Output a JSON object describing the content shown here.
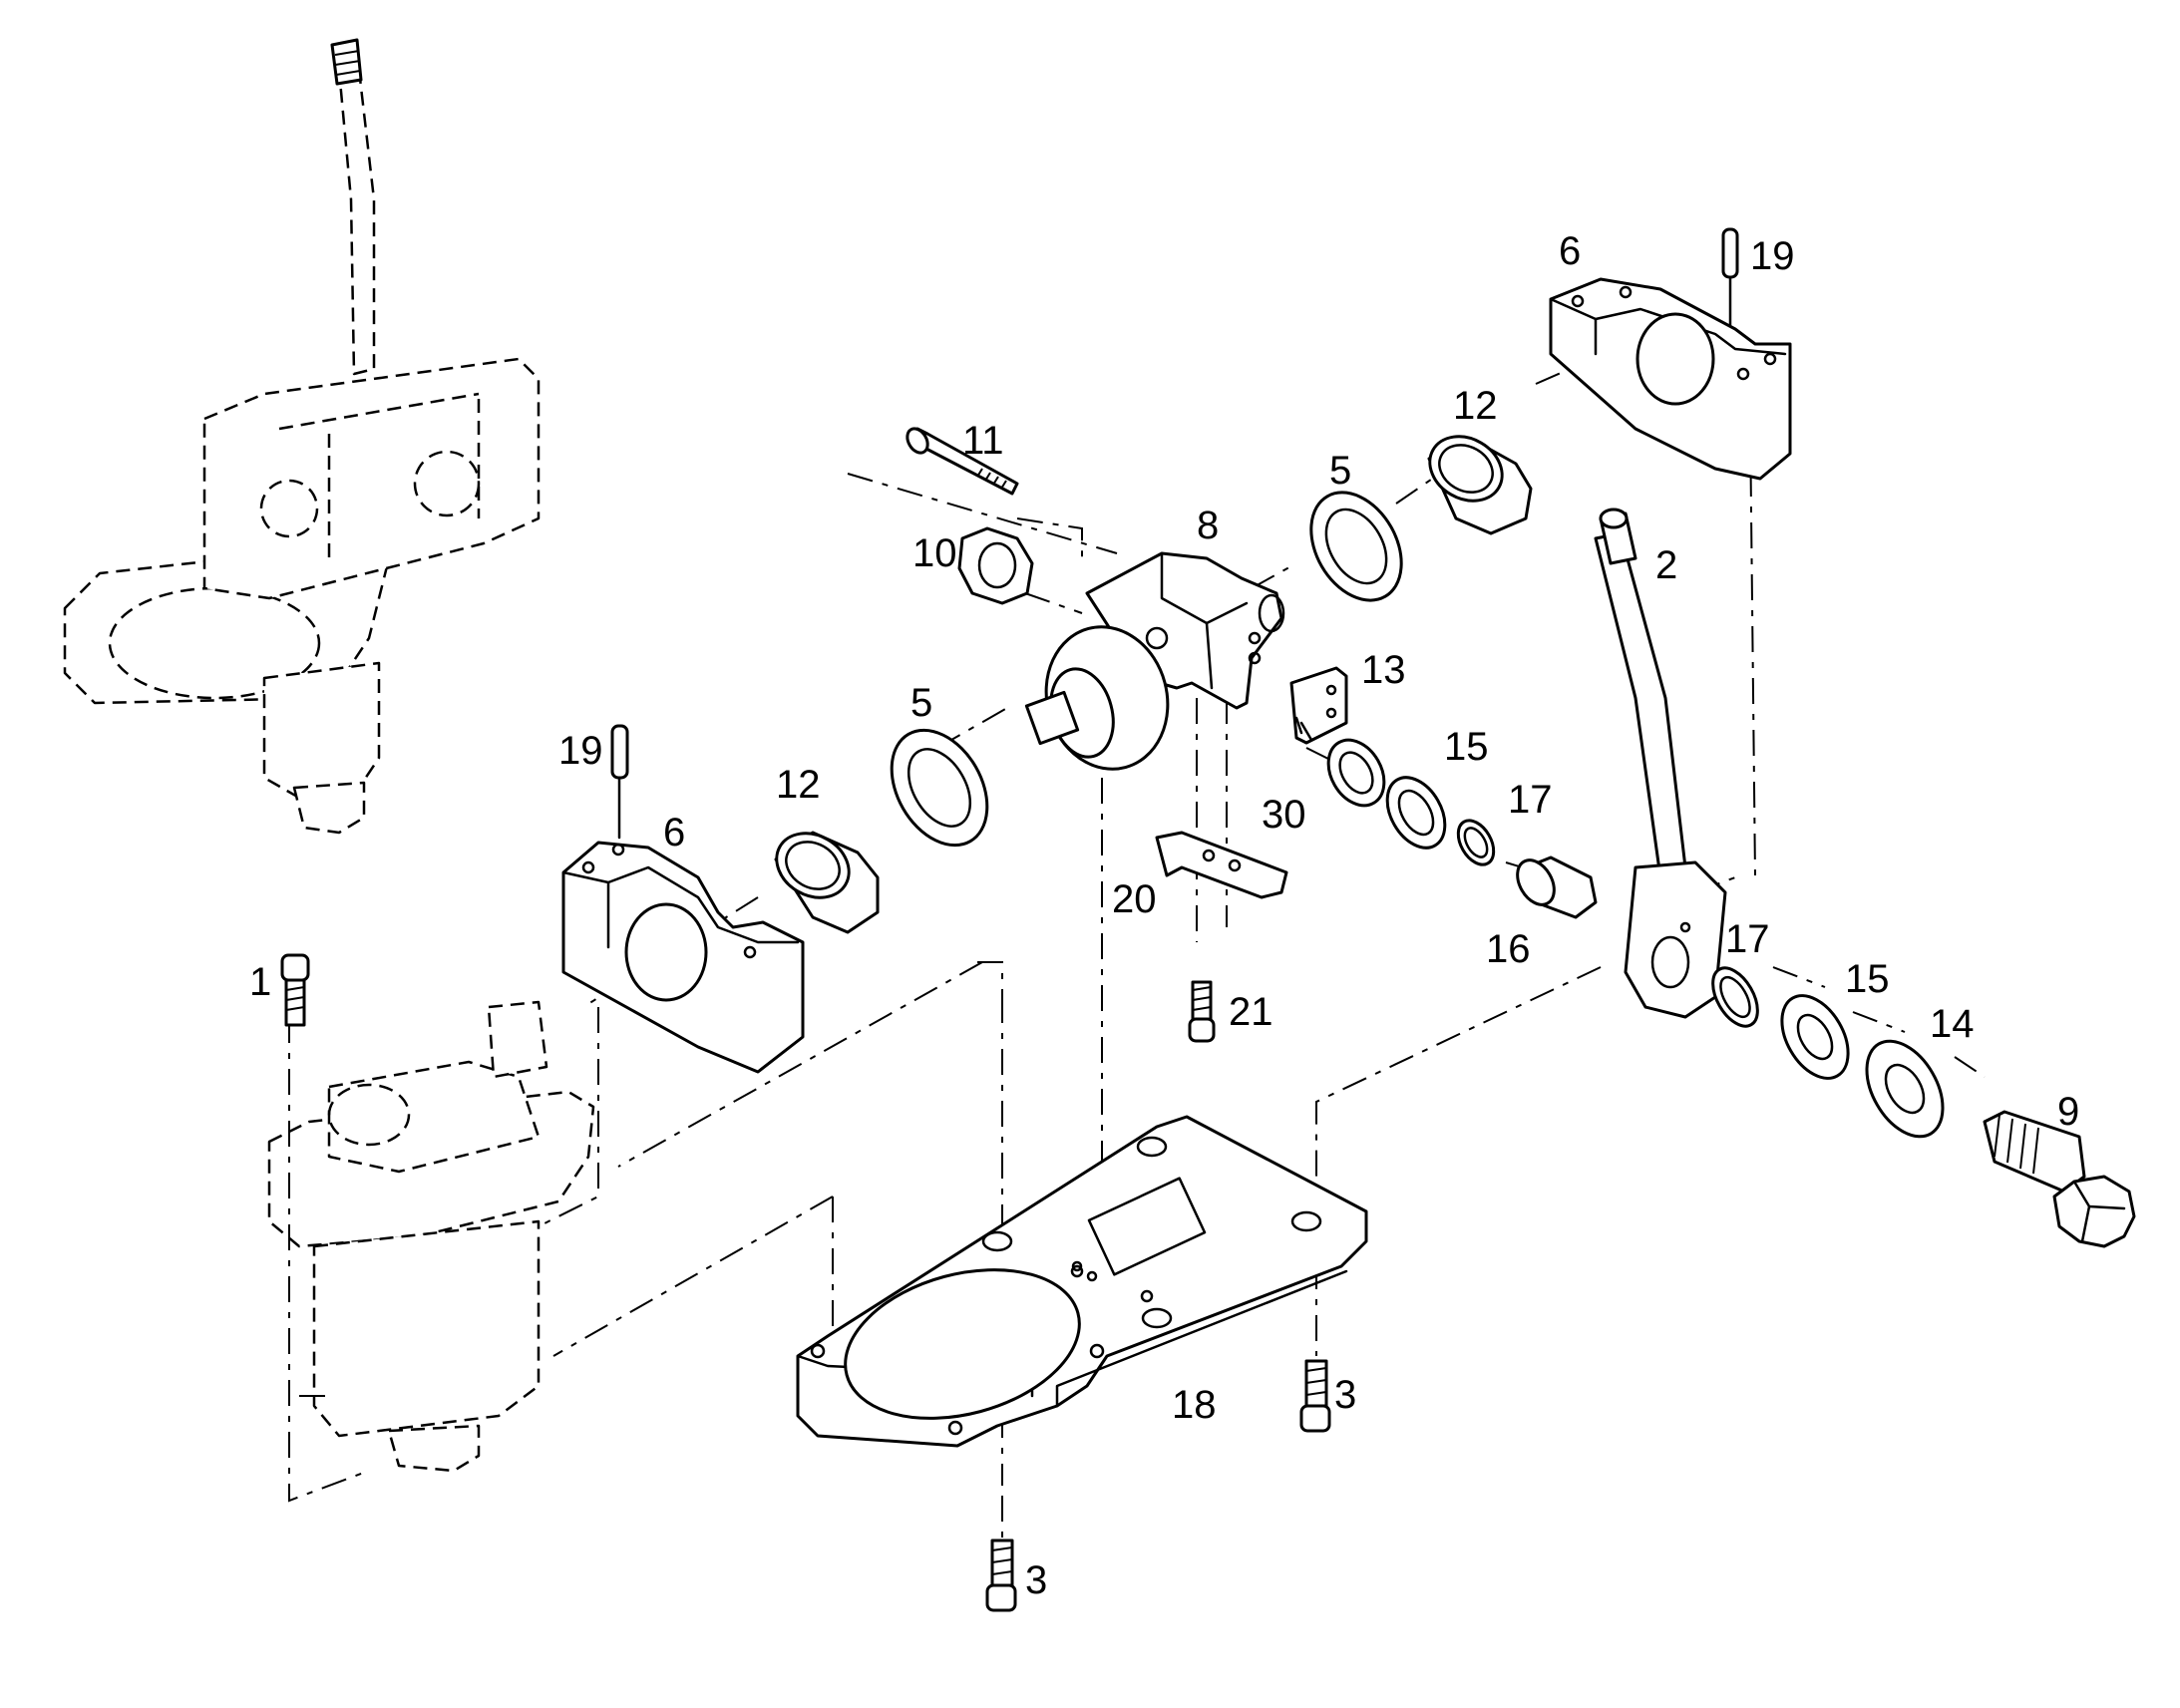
{
  "diagram": {
    "callouts": [
      "1",
      "2",
      "3",
      "3",
      "5",
      "5",
      "6",
      "6",
      "8",
      "9",
      "10",
      "11",
      "12",
      "12",
      "13",
      "14",
      "15",
      "15",
      "16",
      "17",
      "17",
      "18",
      "19",
      "19",
      "20",
      "21",
      "30"
    ]
  }
}
